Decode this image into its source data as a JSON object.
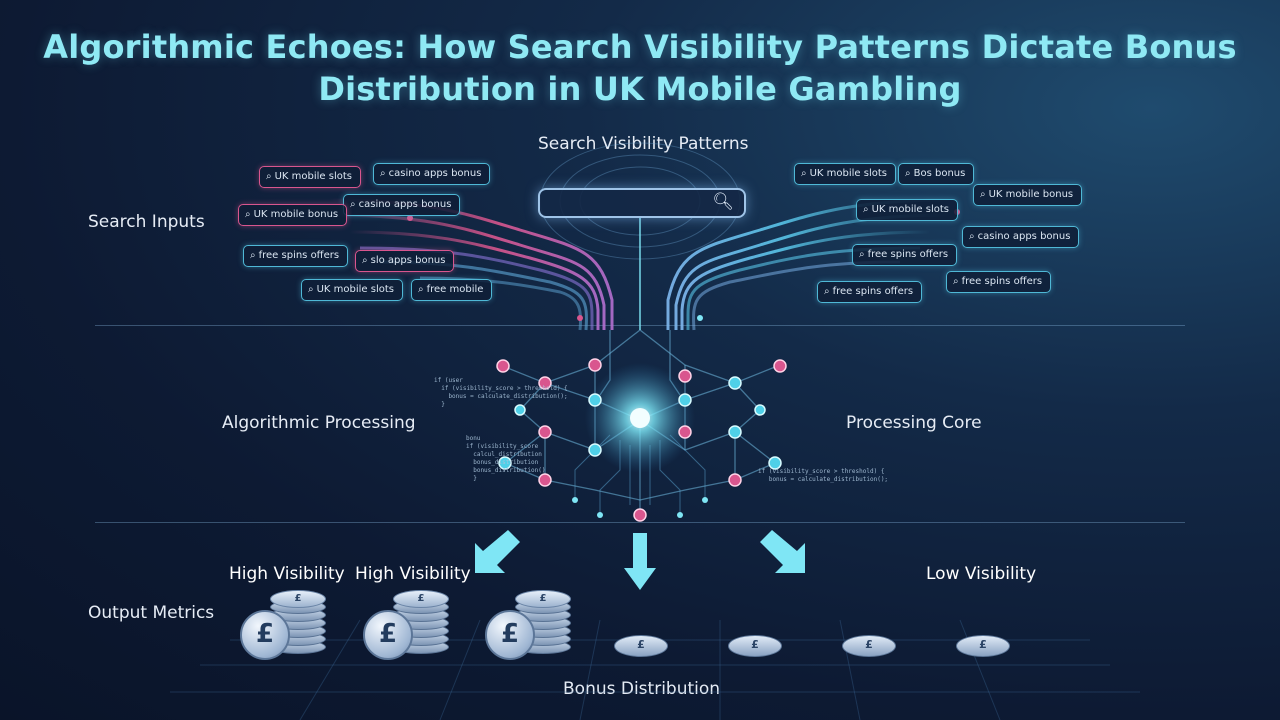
{
  "title": "Algorithmic Echoes: How Search Visibility Patterns Dictate Bonus Distribution in UK Mobile Gambling",
  "header_label": "Search Visibility Patterns",
  "sections": {
    "search_inputs": "Search Inputs",
    "algorithmic_processing": "Algorithmic Processing",
    "processing_core": "Processing Core",
    "output_metrics": "Output Metrics",
    "bonus_distribution": "Bonus Distribution"
  },
  "visibility_labels": [
    "High Visibility",
    "High Visibility",
    "Low Visibility"
  ],
  "left_chips": [
    "UK mobile slots",
    "casino apps bonus",
    "casino apps bonus",
    "UK mobile bonus",
    "free spins offers",
    "slo apps bonus",
    "UK mobile slots",
    "free mobile"
  ],
  "right_chips": [
    "UK mobile slots",
    "Bos bonus",
    "UK mobile bonus",
    "UK mobile slots",
    "casino apps bonus",
    "free spins offers",
    "free spins offers",
    "free spins offers"
  ],
  "code_left_1": "if (user\n  if (visibility_score > threshold) {\n    bonus = calculate_distribution();\n  }",
  "code_left_2": "bonu\nif (visibility_score\n  calcul_distribution\n  bonus_distribution\n  bonus_distribution()\n  }",
  "code_right": "if (visibility_score > threshold) {\n   bonus = calculate_distribution();",
  "coin_symbol": "£",
  "colors": {
    "title": "#8fe9f4",
    "pink": "#d9568e",
    "teal": "#4fb8d6",
    "arrow": "#7fe6f5"
  }
}
